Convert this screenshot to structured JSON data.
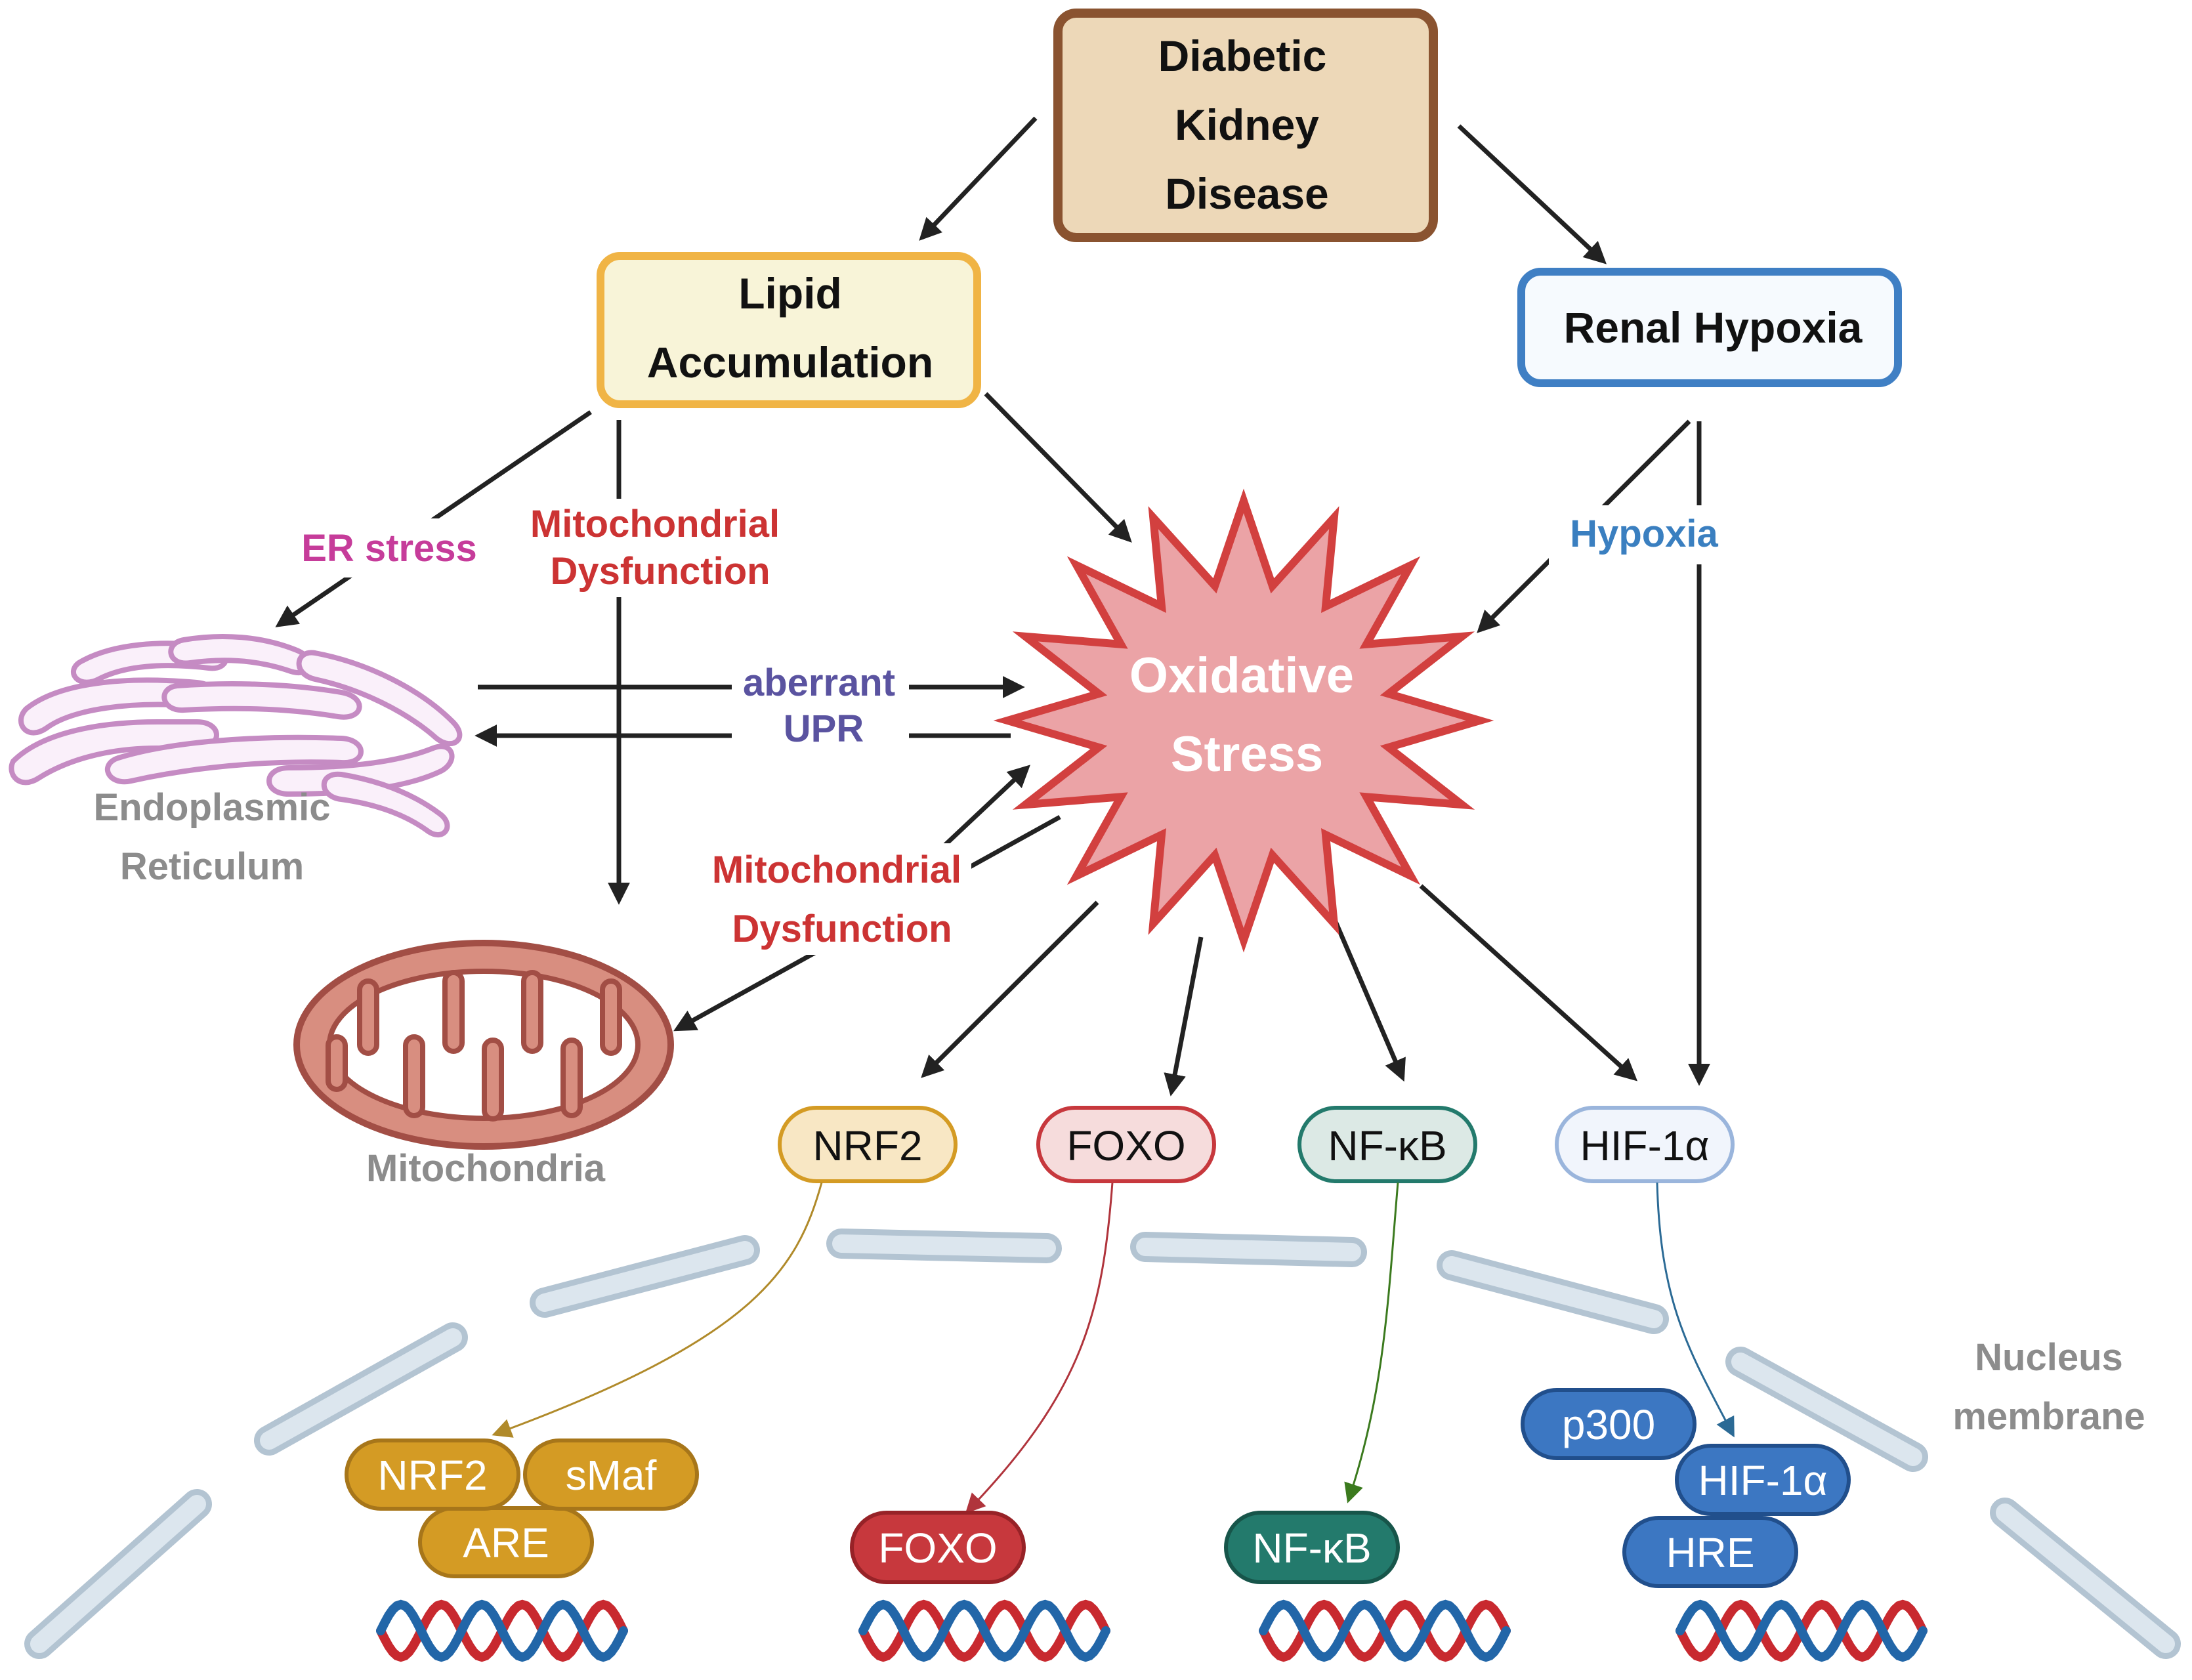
{
  "title_box": {
    "lines": [
      "Diabetic",
      "Kidney",
      "Disease"
    ]
  },
  "lipid_box": {
    "lines": [
      "Lipid",
      "Accumulation"
    ]
  },
  "hypoxia_box": {
    "label": "Renal Hypoxia"
  },
  "labels": {
    "er_stress": "ER stress",
    "mito_dysfunction_1": [
      "Mitochondrial",
      "Dysfunction"
    ],
    "hypoxia": "Hypoxia",
    "aberrant_upr": [
      "aberrant",
      "UPR"
    ],
    "mito_dysfunction_2": [
      "Mitochondrial",
      "Dysfunction"
    ]
  },
  "oxidative_stress": [
    "Oxidative",
    "Stress"
  ],
  "organelles": {
    "er": [
      "Endoplasmic",
      "Reticulum"
    ],
    "mitochondria": "Mitochondria",
    "nucleus": [
      "Nucleus",
      "membrane"
    ]
  },
  "factors": [
    "NRF2",
    "FOXO",
    "NF-κB",
    "HIF-1α"
  ],
  "complexes": {
    "nrf2": {
      "a": "NRF2",
      "b": "sMaf",
      "c": "ARE"
    },
    "foxo": "FOXO",
    "nfkb": "NF-κB",
    "hif": {
      "a": "p300",
      "b": "HIF-1α",
      "c": "HRE"
    }
  },
  "colors": {
    "title_fill": "#EDD8B8",
    "title_stroke": "#8A5330",
    "lipid_fill": "#F8F4D8",
    "lipid_stroke": "#F0B445",
    "hypoxia_fill": "#F6FAFE",
    "hypoxia_stroke": "#3F7FC4",
    "er_stress": "#C63C9A",
    "mito_text": "#CC3333",
    "hypoxia_text": "#3A7FC0",
    "upr_text": "#5A53A0",
    "star_fill": "#EBA3A6",
    "star_stroke": "#D2403F",
    "gray_text": "#8C8C8C",
    "nrf2": "#D49B24",
    "foxo": "#C7383D",
    "nfkb": "#237A6C",
    "hif": "#3C77C2"
  }
}
